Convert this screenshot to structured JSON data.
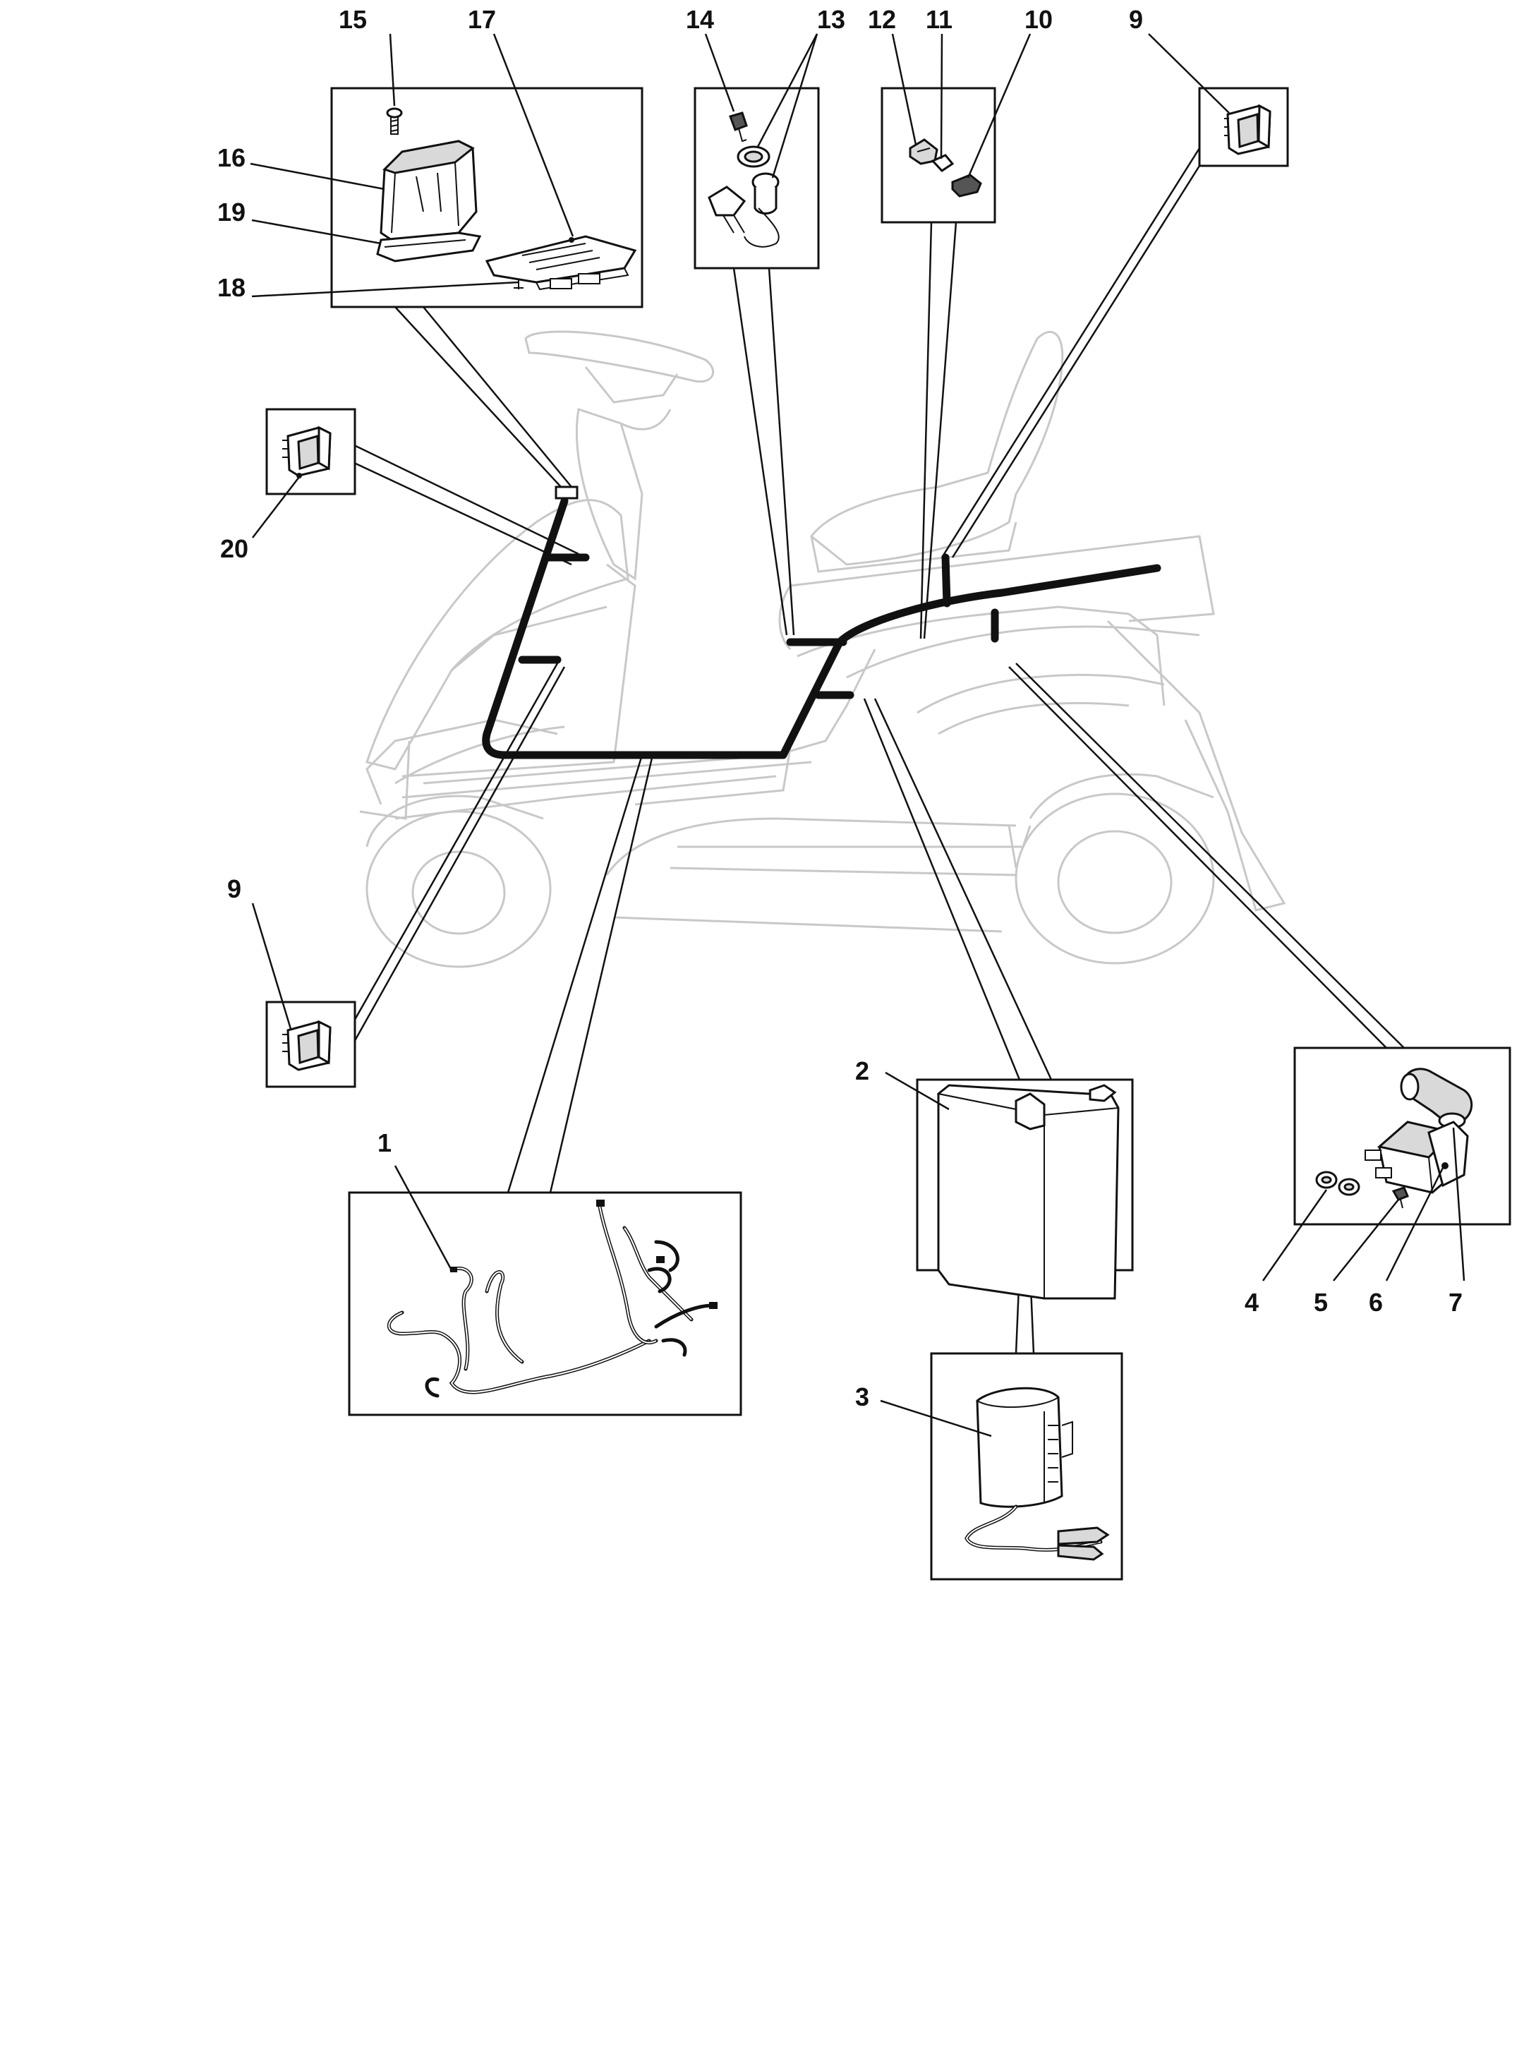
{
  "callouts": [
    {
      "id": "15",
      "label": "15"
    },
    {
      "id": "17",
      "label": "17"
    },
    {
      "id": "14",
      "label": "14"
    },
    {
      "id": "13",
      "label": "13"
    },
    {
      "id": "12",
      "label": "12"
    },
    {
      "id": "11",
      "label": "11"
    },
    {
      "id": "10",
      "label": "10"
    },
    {
      "id": "9a",
      "label": "9"
    },
    {
      "id": "16",
      "label": "16"
    },
    {
      "id": "19",
      "label": "19"
    },
    {
      "id": "18",
      "label": "18"
    },
    {
      "id": "20",
      "label": "20"
    },
    {
      "id": "9b",
      "label": "9"
    },
    {
      "id": "2",
      "label": "2"
    },
    {
      "id": "1",
      "label": "1"
    },
    {
      "id": "3",
      "label": "3"
    },
    {
      "id": "4",
      "label": "4"
    },
    {
      "id": "5",
      "label": "5"
    },
    {
      "id": "6",
      "label": "6"
    },
    {
      "id": "7",
      "label": "7"
    }
  ]
}
